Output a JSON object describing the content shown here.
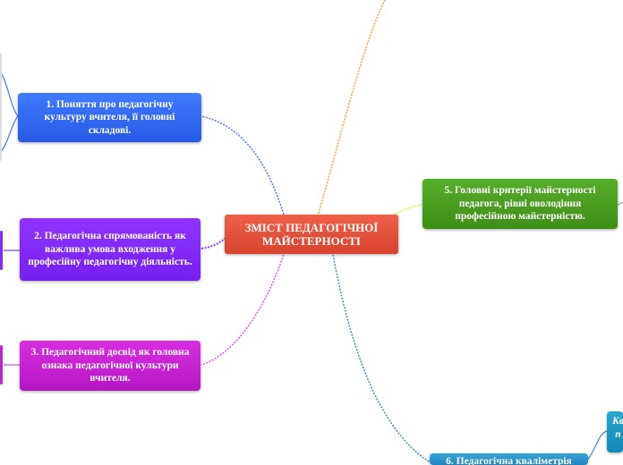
{
  "central": {
    "label": "ЗМІСТ ПЕДАГОГІЧНОЇ МАЙСТЕРНОСТІ"
  },
  "topics": [
    {
      "label": "1. Поняття про педагогічну культуру вчителя, її головні складові."
    },
    {
      "label": "2. Педагогічна спрямованість як важлива умова входження у професійну педагогічну діяльність."
    },
    {
      "label": "3.     Педагогічний досвід як головна ознака педагогічної культури вчителя."
    },
    {
      "label": "5. Головні критерії майстерності педагога, рівні оволодіння професійною майстерністю."
    },
    {
      "label": "6. Педагогічна кваліметрія"
    },
    {
      "label": "Кв п"
    }
  ],
  "colors": {
    "central": "#e04d36",
    "topic1": "#2f68f5",
    "topic2": "#7f2af8",
    "topic3": "#c420d2",
    "topic5": "#4b9f22",
    "topic6": "#2b95cc",
    "link_orange": "#f6a33b",
    "link_yellow": "#e8e640"
  }
}
